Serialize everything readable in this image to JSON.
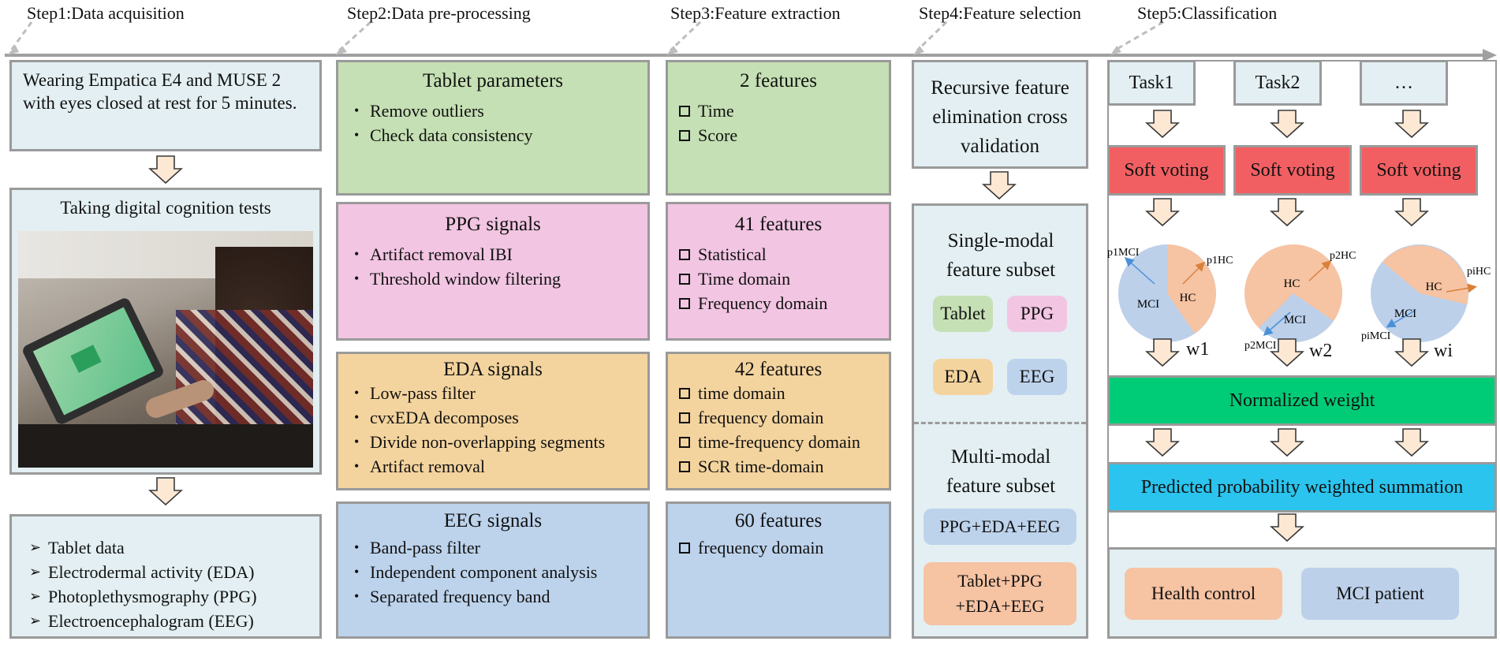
{
  "steps": [
    "Step1:Data acquisition",
    "Step2:Data pre-processing",
    "Step3:Feature extraction",
    "Step4:Feature selection",
    "Step5:Classification"
  ],
  "step1": {
    "wearing": "Wearing Empatica E4 and MUSE 2 with eyes closed at rest for 5 minutes.",
    "tests_title": "Taking digital cognition tests",
    "data_items": [
      "Tablet data",
      "Electrodermal activity (EDA)",
      "Photoplethysmography (PPG)",
      "Electroencephalogram (EEG)"
    ]
  },
  "step2": [
    {
      "title": "Tablet parameters",
      "items": [
        "Remove outliers",
        "Check data consistency"
      ]
    },
    {
      "title": "PPG signals",
      "items": [
        "Artifact removal IBI",
        "Threshold window filtering"
      ]
    },
    {
      "title": "EDA signals",
      "items": [
        "Low-pass filter",
        "cvxEDA decomposes",
        "Divide non-overlapping segments",
        "Artifact removal"
      ]
    },
    {
      "title": "EEG signals",
      "items": [
        "Band-pass filter",
        "Independent component analysis",
        "Separated frequency band"
      ]
    }
  ],
  "step3": [
    {
      "title": "2 features",
      "items": [
        "Time",
        "Score"
      ]
    },
    {
      "title": "41 features",
      "items": [
        "Statistical",
        "Time domain",
        "Frequency domain"
      ]
    },
    {
      "title": "42 features",
      "items": [
        "time domain",
        "frequency domain",
        "time-frequency domain",
        "SCR time-domain"
      ]
    },
    {
      "title": "60 features",
      "items": [
        "frequency domain"
      ]
    }
  ],
  "step4": {
    "rfecv": "Recursive feature elimination cross validation",
    "single_title": "Single-modal feature subset",
    "single": [
      "Tablet",
      "PPG",
      "EDA",
      "EEG"
    ],
    "multi_title": "Multi-modal feature subset",
    "multi": [
      "PPG+EDA+EEG",
      "Tablet+PPG +EDA+EEG"
    ]
  },
  "step5": {
    "tasks": [
      "Task1",
      "Task2",
      "…"
    ],
    "soft_voting": "Soft voting",
    "weights": [
      "w1",
      "w2",
      "wi"
    ],
    "pies": [
      {
        "mci": "MCI",
        "hc": "HC",
        "p_mci": "p1MCI",
        "p_hc": "p1HC"
      },
      {
        "mci": "MCI",
        "hc": "HC",
        "p_mci": "p2MCI",
        "p_hc": "p2HC"
      },
      {
        "mci": "MCI",
        "hc": "HC",
        "p_mci": "piMCI",
        "p_hc": "piHC"
      }
    ],
    "normalized": "Normalized weight",
    "summation": "Predicted probability weighted summation",
    "outcomes": [
      "Health control",
      "MCI patient"
    ]
  },
  "colors": {
    "tablet": "#c5e0b4",
    "ppg": "#f2c5e2",
    "eda": "#f4d49e",
    "eeg": "#bdd3ec",
    "light_blue_box": "#e3eff2",
    "soft_voting": "#f25f62",
    "normalized": "#00cc77",
    "summation": "#2ac4ee",
    "hc": "#f6c3a3",
    "mci": "#bcd0ea",
    "timeline": "#9a9a9a"
  }
}
